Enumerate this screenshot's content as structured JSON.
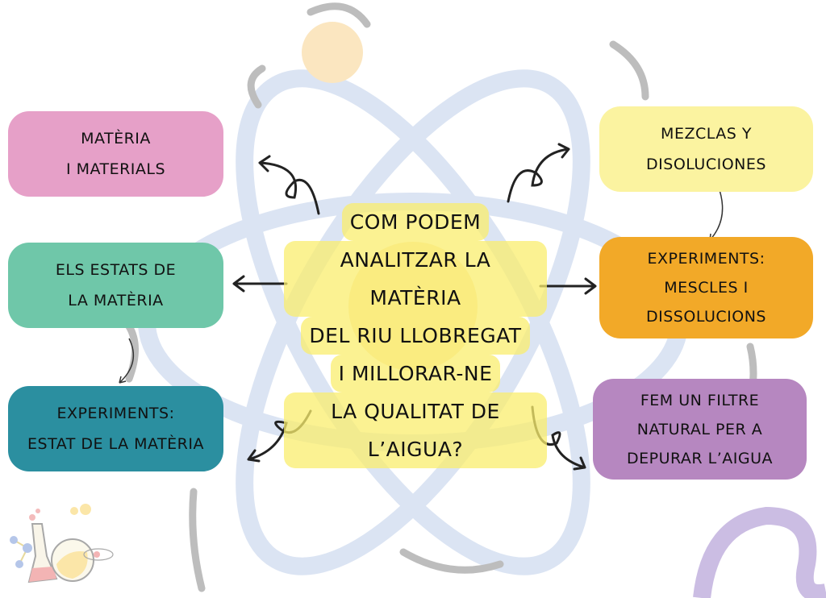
{
  "center": {
    "lines": [
      "COM PODEM",
      "ANALITZAR LA MATÈRIA",
      "DEL RIU LLOBREGAT",
      "I MILLORAR-NE",
      "LA QUALITAT DE L’AIGUA?"
    ]
  },
  "boxes": {
    "materia": {
      "lines": [
        "MATÈRIA",
        "I MATERIALS"
      ],
      "color": "#e6a0c8"
    },
    "estats": {
      "lines": [
        "ELS ESTATS DE",
        "LA MATÈRIA"
      ],
      "color": "#6fc7a9"
    },
    "exp_estat": {
      "lines": [
        "EXPERIMENTS:",
        "ESTAT DE LA MATÈRIA"
      ],
      "color": "#2b8fa0"
    },
    "mezclas": {
      "lines": [
        "MEZCLAS Y",
        "DISOLUCIONES"
      ],
      "color": "#fbf3a0"
    },
    "exp_mescles": {
      "lines": [
        "EXPERIMENTS:",
        "MESCLES I",
        "DISSOLUCIONS"
      ],
      "color": "#f2a928"
    },
    "filtre": {
      "lines": [
        "FEM UN FILTRE",
        "NATURAL PER A",
        "DEPURAR L’AIGUA"
      ],
      "color": "#b687c0"
    }
  },
  "colors": {
    "atom": "#d9e3f3",
    "arc": "#bdbdbd",
    "nucleus": "#f9dc9b"
  }
}
